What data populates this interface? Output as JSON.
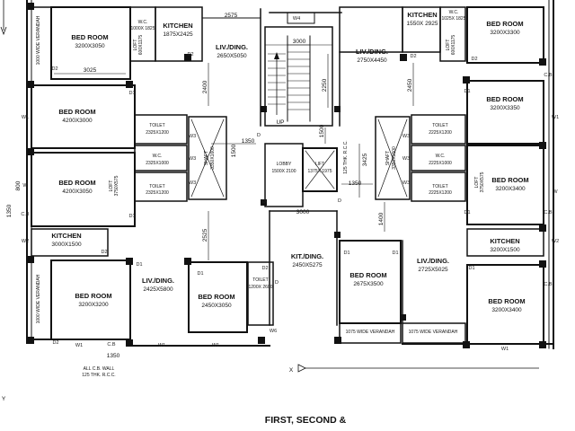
{
  "rooms": [
    {
      "id": "bed-nw",
      "name": "BED ROOM",
      "size": "3200X3050"
    },
    {
      "id": "bed-w1",
      "name": "BED ROOM",
      "size": "4200X3000"
    },
    {
      "id": "bed-w2",
      "name": "BED ROOM",
      "size": "4200X3050"
    },
    {
      "id": "bed-sw",
      "name": "BED ROOM",
      "size": "3200X3200"
    },
    {
      "id": "bed-s-mid",
      "name": "BED ROOM",
      "size": "2450X3050"
    },
    {
      "id": "bed-s-ctr",
      "name": "BED ROOM",
      "size": "2675X3500"
    },
    {
      "id": "bed-ne",
      "name": "BED ROOM",
      "size": "3200X3300"
    },
    {
      "id": "bed-e1",
      "name": "BED ROOM",
      "size": "3200X3350"
    },
    {
      "id": "bed-e2",
      "name": "BED ROOM",
      "size": "3200X3400"
    },
    {
      "id": "bed-se",
      "name": "BED ROOM",
      "size": "3200X3400"
    },
    {
      "id": "kitchen-n",
      "name": "KITCHEN",
      "size": "1875X2425"
    },
    {
      "id": "kitchen-w",
      "name": "KITCHEN",
      "size": "3000X1500"
    },
    {
      "id": "kitchen-ne",
      "name": "KITCHEN",
      "size": "1550X 2925"
    },
    {
      "id": "kitchen-e",
      "name": "KITCHEN",
      "size": "3200X1500"
    },
    {
      "id": "liv-n",
      "name": "LIV./DING.",
      "size": "2650X5050"
    },
    {
      "id": "liv-ne",
      "name": "LIV./DING.",
      "size": "2750X4450"
    },
    {
      "id": "liv-sw",
      "name": "LIV./DING.",
      "size": "2425X5800"
    },
    {
      "id": "liv-se",
      "name": "LIV./DING.",
      "size": "2725X5025"
    },
    {
      "id": "kit-ding",
      "name": "KIT./DING.",
      "size": "2450X5275"
    },
    {
      "id": "toilet-w1",
      "name": "TOILET",
      "size": "2325X1200"
    },
    {
      "id": "toilet-w2",
      "name": "TOILET",
      "size": "2325X1200"
    },
    {
      "id": "wc-w",
      "name": "W.C.",
      "size": "2325X1000"
    },
    {
      "id": "toilet-e1",
      "name": "TOILET",
      "size": "2225X1200"
    },
    {
      "id": "toilet-e2",
      "name": "TOILET",
      "size": "2225X1200"
    },
    {
      "id": "wc-e",
      "name": "W.C.",
      "size": "2225X1000"
    },
    {
      "id": "toilet-s",
      "name": "TOILET",
      "size": "1200X 2600"
    },
    {
      "id": "lobby",
      "name": "LOBBY",
      "size": "1500X 2100"
    },
    {
      "id": "lift",
      "name": "LIFT",
      "size": "1375X 1975"
    },
    {
      "id": "shaft-w",
      "name": "SHAFT",
      "size": "3350X1600"
    },
    {
      "id": "shaft-e",
      "name": "SHAFT",
      "size": "3350X1500"
    },
    {
      "id": "wc-n",
      "name": "W.C.",
      "size": "1000X 1825"
    },
    {
      "id": "wc-ne",
      "name": "W.C.",
      "size": "1025X 1825"
    }
  ],
  "verandahs": [
    {
      "id": "ver-nw",
      "text": "1000 WIDE VERANDAH"
    },
    {
      "id": "ver-sw",
      "text": "1000 WIDE VERANDAH"
    },
    {
      "id": "ver-s1",
      "text": "1075 WIDE VERANDAH"
    },
    {
      "id": "ver-s2",
      "text": "1075 WIDE VERANDAH"
    }
  ],
  "dimensions": {
    "d2575": "2575",
    "d3000a": "3000",
    "d2400": "2400",
    "d2250": "2250",
    "d1500a": "1500",
    "d2450": "2450",
    "d3025": "3025",
    "d1350a": "1350",
    "d1500b": "1500",
    "d3425": "3425",
    "d1350b": "1350",
    "d3000b": "3000",
    "d2525": "2525",
    "d1400": "1400",
    "d1350c": "1350",
    "d1350d": "1350",
    "d800": "800"
  },
  "labels": {
    "up": "UP",
    "rcc_lift": "125 THK. R.C.C.",
    "wall_note_1": "ALL C.B. WALL",
    "wall_note_2": "125 THK. R.C.C.",
    "axis_x": "X",
    "axis_y": "Y",
    "title_line1": "FIRST, SECOND &",
    "title_line2": "THIRD FLOOR PLAN",
    "loft_1": "LOFT",
    "loft_2": "LOFT",
    "loft_3": "LOFT",
    "loft_4": "LOFT",
    "loft_dims_1": "3750X575",
    "loft_dims_2": "600X1175",
    "loft_dims_3": "600X1175",
    "loft_dims_4": "3750X575"
  },
  "openings": {
    "D": "D",
    "D1": "D1",
    "D2": "D2",
    "W": "W",
    "W1": "W1",
    "W2": "W2",
    "W3": "W3",
    "W4": "W4",
    "W6": "W6",
    "CB": "C.B"
  }
}
